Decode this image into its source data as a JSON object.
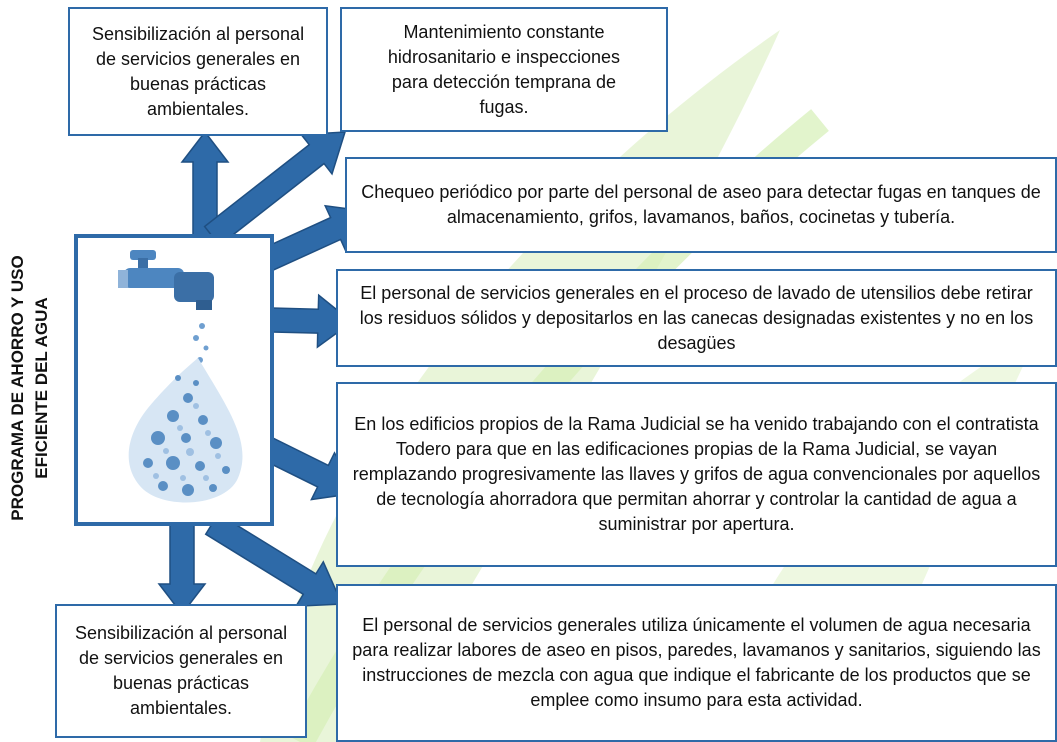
{
  "diagram": {
    "side_title": "PROGRAMA DE AHORRO Y USO EFICIENTE DEL AGUA",
    "boxes": [
      {
        "id": "top-left",
        "text": "Sensibilización al personal de servicios generales en buenas prácticas ambientales."
      },
      {
        "id": "top-right",
        "text": "Mantenimiento constante hidrosanitario e inspecciones para detección temprana de fugas."
      },
      {
        "id": "right-1",
        "text": "Chequeo periódico por parte del personal de aseo para detectar fugas en tanques de almacenamiento, grifos, lavamanos, baños, cocinetas y tubería."
      },
      {
        "id": "right-2",
        "text": "El personal de servicios generales en el proceso de lavado de utensilios debe retirar los residuos sólidos y depositarlos en las canecas designadas existentes y no en los desagües"
      },
      {
        "id": "right-3",
        "text": "En los edificios propios de la Rama Judicial se ha venido trabajando con el contratista Todero para que en las edificaciones propias de la Rama Judicial, se vayan remplazando progresivamente las llaves y grifos de agua convencionales por aquellos de tecnología ahorradora que permitan ahorrar y controlar la cantidad de agua a suministrar por apertura."
      },
      {
        "id": "right-4",
        "text": "El personal de servicios generales utiliza únicamente el volumen de agua necesaria para realizar labores de aseo en pisos, paredes, lavamanos y sanitarios, siguiendo las instrucciones de mezcla con agua que indique el fabricante de los productos que se emplee como insumo para esta actividad."
      },
      {
        "id": "bottom-left",
        "text": "Sensibilización al personal de servicios generales en buenas prácticas ambientales."
      }
    ],
    "colors": {
      "arrow_fill": "#2e6aa8",
      "arrow_stroke": "#1f4f82",
      "box_border": "#2e6aa8",
      "watermark": "#cfe9a8",
      "faucet": "#4d86c0"
    },
    "center_icon": "faucet-water-drop-icon"
  }
}
